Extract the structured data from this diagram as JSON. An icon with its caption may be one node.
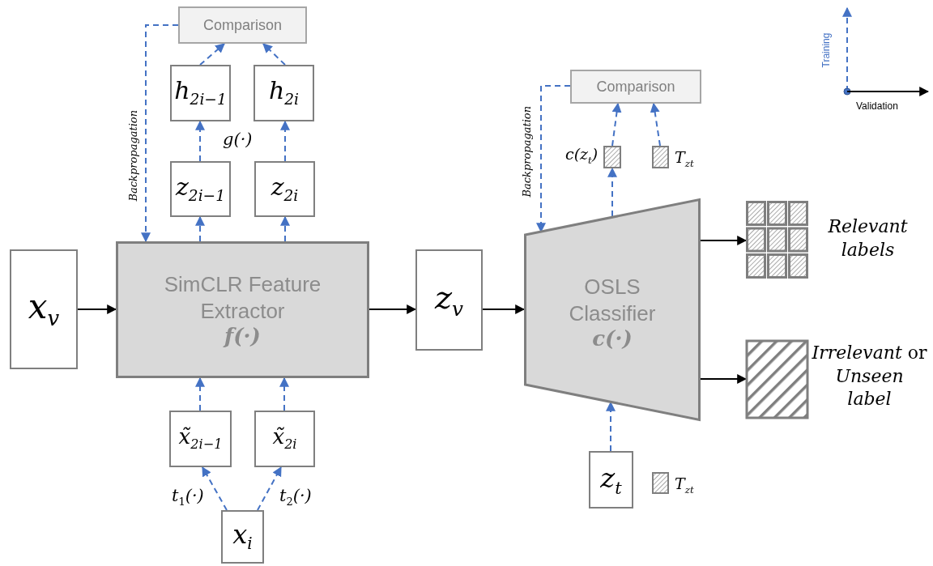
{
  "diagram": {
    "nodes": [
      {
        "text": [
          "Comparison"
        ]
      },
      {
        "text": [
          "h$_{2i−1}$"
        ]
      },
      {
        "text": [
          "h$_{2i}$"
        ]
      },
      {
        "text": [
          "z$_{2i−1}$"
        ]
      },
      {
        "text": [
          "z$_{2i}$"
        ]
      },
      {
        "text": [
          "SimCLR Feature Extractor",
          "f(·)"
        ]
      },
      {
        "text": [
          "x$_{v}$"
        ]
      },
      {
        "text": [
          "x̃$_{2i−1}$"
        ]
      },
      {
        "text": [
          "x̃$_{2i}$"
        ]
      },
      {
        "text": [
          "x$_{i}$"
        ]
      },
      {
        "text": [
          "z$_{v}$"
        ]
      },
      {
        "text": [
          "OSLS Classifier",
          "c(·)"
        ]
      },
      {
        "text": [
          "Comparison"
        ]
      },
      {
        "text": [],
        "shape": "box",
        "beside": [
          "c(z$_{t}$)"
        ]
      },
      {
        "text": [],
        "shape": "box",
        "beside": [
          "T$_{z}$$_{t}$"
        ]
      },
      {
        "text": [
          "z$_{t}$"
        ]
      },
      {
        "text": [],
        "shape": "box",
        "beside": [
          "T$_{z}$$_{t}$"
        ]
      },
      {
        "text": [],
        "shape": "box",
        "beside": [
          "Relevant labels"
        ]
      },
      {
        "text": [],
        "shape": "box",
        "beside": [
          "*Irrelevant* or *Unseen label*"
        ]
      }
    ],
    "edges": [
      {
        "from": 1,
        "to": 0,
        "arrow": "to",
        "style": "dashed"
      },
      {
        "from": 2,
        "to": 0,
        "arrow": "to",
        "style": "dashed"
      },
      {
        "from": 3,
        "to": 1,
        "arrow": "to",
        "style": "dashed"
      },
      {
        "from": 4,
        "to": 2,
        "arrow": "to",
        "style": "dashed"
      },
      {
        "from": 5,
        "to": 3,
        "arrow": "to",
        "style": "dashed"
      },
      {
        "from": 5,
        "to": 4,
        "arrow": "to",
        "style": "dashed"
      },
      {
        "from": 0,
        "to": 5,
        "arrow": "to",
        "style": "dashed",
        "label": "Backpropagation"
      },
      {
        "from": 7,
        "to": 5,
        "arrow": "to",
        "style": "dashed"
      },
      {
        "from": 8,
        "to": 5,
        "arrow": "to",
        "style": "dashed"
      },
      {
        "from": 9,
        "to": 7,
        "arrow": "to",
        "style": "dashed"
      },
      {
        "from": 9,
        "to": 8,
        "arrow": "to",
        "style": "dashed"
      },
      {
        "from": 6,
        "to": 5,
        "arrow": "to",
        "color": "#000000"
      },
      {
        "from": 5,
        "to": 10,
        "arrow": "to",
        "color": "#000000"
      },
      {
        "from": 10,
        "to": 11,
        "arrow": "to",
        "color": "#000000"
      },
      {
        "from": 13,
        "to": 12,
        "arrow": "to",
        "style": "dashed"
      },
      {
        "from": 14,
        "to": 12,
        "arrow": "to",
        "style": "dashed"
      },
      {
        "from": 11,
        "to": 13,
        "arrow": "to",
        "style": "dashed"
      },
      {
        "from": 15,
        "to": 11,
        "arrow": "to",
        "style": "dashed"
      },
      {
        "from": 12,
        "to": 11,
        "arrow": "to",
        "style": "dashed",
        "label": "Backpropagation"
      },
      {
        "from": 11,
        "to": 17,
        "arrow": "to",
        "color": "#000000"
      },
      {
        "from": 11,
        "to": 18,
        "arrow": "to",
        "color": "#000000"
      }
    ],
    "labels": [
      "g(·)",
      "t$_{1}$(·)",
      "t$_{2}$(·)"
    ],
    "legend": [
      {
        "text": "Training"
      },
      {
        "text": "Validation"
      }
    ]
  }
}
